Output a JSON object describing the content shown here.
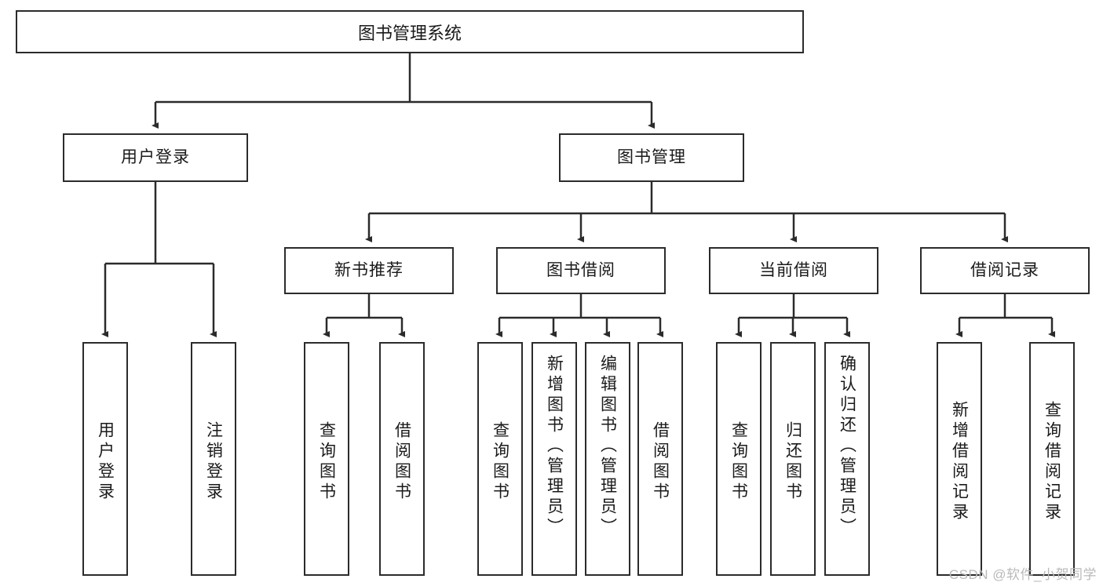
{
  "diagram": {
    "type": "tree-hierarchy",
    "title": "图书管理系统",
    "root": {
      "label": "图书管理系统"
    },
    "level2": [
      {
        "label": "用户登录"
      },
      {
        "label": "图书管理"
      }
    ],
    "level3": [
      {
        "label": "新书推荐"
      },
      {
        "label": "图书借阅"
      },
      {
        "label": "当前借阅"
      },
      {
        "label": "借阅记录"
      }
    ],
    "leaves": {
      "user_login": [
        "用户登录",
        "注销登录"
      ],
      "new_book_recommend": [
        "查询图书",
        "借阅图书"
      ],
      "book_borrow": [
        "查询图书",
        "新增图书（管理员）",
        "编辑图书（管理员）",
        "借阅图书"
      ],
      "current_borrow": [
        "查询图书",
        "归还图书",
        "确认归还（管理员）"
      ],
      "borrow_record": [
        "新增借阅记录",
        "查询借阅记录"
      ]
    }
  },
  "watermark": {
    "text": "CSDN @软件_小贺同学"
  },
  "colors": {
    "border": "#2b2b2b",
    "text": "#1a1a1a",
    "background": "#ffffff",
    "watermark": "#b9b9b9"
  }
}
